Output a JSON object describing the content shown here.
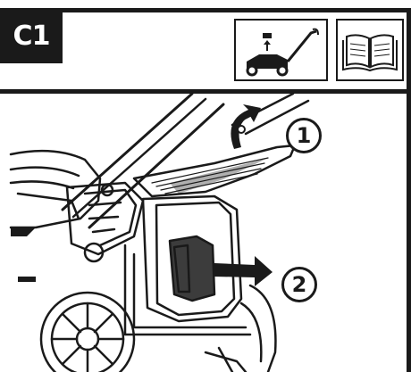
{
  "header": {
    "step_label": "C1"
  },
  "icons": {
    "mower": "lawn-mower-remove-icon",
    "manual": "open-book-icon"
  },
  "callouts": {
    "one": "1",
    "two": "2"
  },
  "colors": {
    "ink": "#1a1a1a",
    "paper": "#ffffff"
  }
}
